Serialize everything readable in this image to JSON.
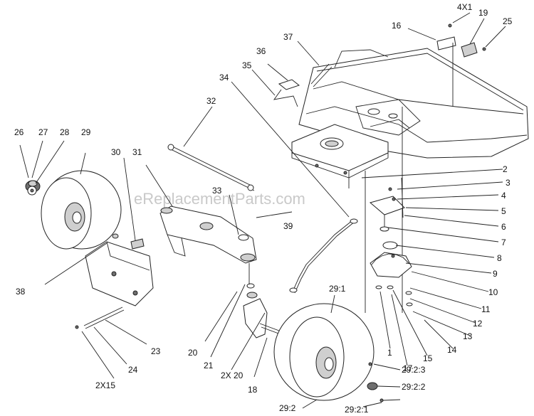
{
  "watermark": "eReplacementParts.com",
  "callouts": {
    "c_4x1": "4X1",
    "c_19": "19",
    "c_25": "25",
    "c_16": "16",
    "c_37": "37",
    "c_36": "36",
    "c_35": "35",
    "c_34": "34",
    "c_32": "32",
    "c_26": "26",
    "c_27": "27",
    "c_28": "28",
    "c_29": "29",
    "c_30": "30",
    "c_31": "31",
    "c_33": "33",
    "c_39": "39",
    "c_2": "2",
    "c_3": "3",
    "c_4": "4",
    "c_5": "5",
    "c_6": "6",
    "c_7": "7",
    "c_8": "8",
    "c_9": "9",
    "c_10": "10",
    "c_11": "11",
    "c_12": "12",
    "c_13": "13",
    "c_14": "14",
    "c_15": "15",
    "c_17": "17",
    "c_1": "1",
    "c_38": "38",
    "c_291": "29:1",
    "c_20": "20",
    "c_21": "21",
    "c_2x20": "2X 20",
    "c_18": "18",
    "c_23": "23",
    "c_24": "24",
    "c_2x15": "2X15",
    "c_292": "29:2",
    "c_2923": "29:2:3",
    "c_2922": "29:2:2",
    "c_2921": "29:2:1"
  }
}
